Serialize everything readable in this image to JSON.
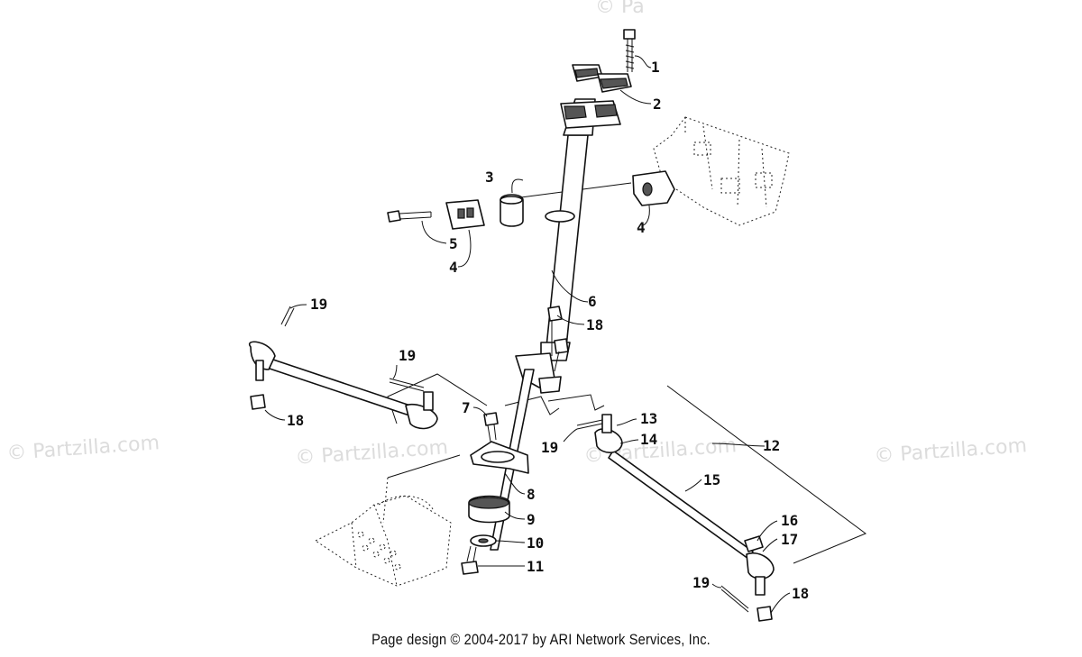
{
  "watermark": {
    "text": "© Partzilla.com",
    "top_fragment": "© Pa"
  },
  "footer": {
    "text": "Page design © 2004-2017 by ARI Network Services, Inc."
  },
  "callouts": {
    "c1": "1",
    "c2": "2",
    "c3": "3",
    "c4a": "4",
    "c4b": "4",
    "c5": "5",
    "c6": "6",
    "c7": "7",
    "c8": "8",
    "c9": "9",
    "c10": "10",
    "c11": "11",
    "c12": "12",
    "c13": "13",
    "c14": "14",
    "c15": "15",
    "c16": "16",
    "c17": "17",
    "c18a": "18",
    "c18b": "18",
    "c18c": "18",
    "c19a": "19",
    "c19b": "19",
    "c19c": "19",
    "c19d": "19"
  }
}
